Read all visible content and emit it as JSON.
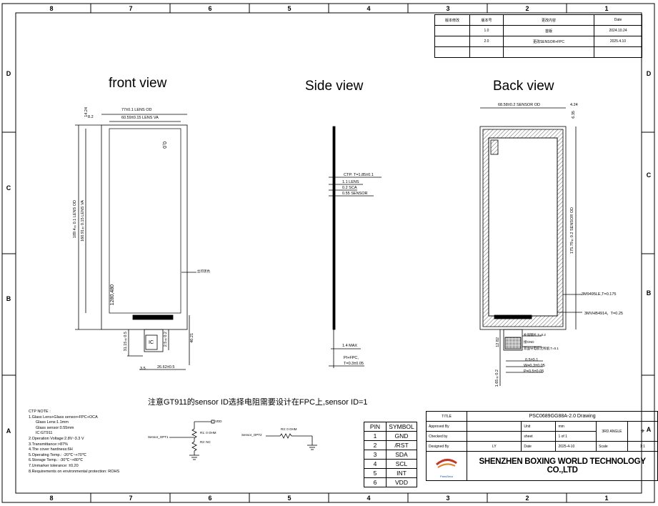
{
  "zones": {
    "columns": [
      "8",
      "7",
      "6",
      "5",
      "4",
      "3",
      "2",
      "1"
    ],
    "rows": [
      "D",
      "C",
      "B",
      "A"
    ]
  },
  "revision_table": {
    "rows": [
      [
        "版本修改",
        "版本号",
        "更改内容",
        "Date"
      ],
      [
        "",
        "1.0",
        "首版",
        "2024.10.24"
      ],
      [
        "",
        "2.0",
        "更改SENSOR+FPC",
        "2025.4.10"
      ]
    ]
  },
  "views": {
    "front": "front view",
    "side": "Side view",
    "back": "Back view"
  },
  "front_dims": {
    "lens_od": "77±0.1 LENS OD",
    "lens_va": "60.59±0.15 LENS VA",
    "top_offset": "14.24",
    "top_offset2": "8.2",
    "height_od": "189.4±0.1 LENS OD",
    "height_va": "160.91±0.15 LENS VA",
    "origin": "0,0",
    "resolution": "1280,480",
    "label_right": "丝印黑色",
    "ic": "IC",
    "fpc_left": "31.15±0.5",
    "fpc_w": "2.5±0.2",
    "fpc_len": "40.21",
    "bottom_off": "3.5",
    "bottom_w": "26.62±0.5"
  },
  "side_dims": {
    "ctp": "CTP: T=1.85±0.1",
    "lens": "1.1 LENS",
    "sca": "0.2 SCA",
    "sensor": "0.55 SENSOR",
    "max": "1.4 MAX",
    "fpc1": "PI+FPC,",
    "fpc2": "T=0.3±0.05"
  },
  "back_dims": {
    "sensor_od": "68.58±0.2 SENSOR OD",
    "right_off": "4.24",
    "right_off2": "6.35",
    "height_od": "175.79±0.2 SENSOR OD",
    "tape1": "3M9495LE,T=0.175",
    "tape2": "3MVHB4914，T=0.25",
    "note1": "补强钢片,T=0.2",
    "note2": "接GND",
    "note3": "双面导电胶无残留,T=0.1",
    "d1": "0.5±0.1",
    "d2": "W=0.3±0.05",
    "d3": "P=0.5±0.05",
    "d4": "12.82",
    "d5": "1.65±0.2"
  },
  "sensor_note": "注意GT911的sensor ID选择电阻需要设计在FPC上,sensor ID=1",
  "notes": [
    "CTP NOTE :",
    "1.Glass Lens+Glass sensor+FPC+OCA",
    "    Glass Lens:1.1mm",
    "    Glass sensor:0.55mm",
    "    IC:GT911",
    "2.Operation Voltage:2.8V~3.3 V",
    "3.Transmittance:>87%",
    "4.The cover hardness:6H",
    "5.Operating Temp.: -20℃~+70℃",
    "6.Storage Temp.: -30℃~+80℃",
    "7.Unmarker tolerance: ±0.20",
    "8.Requirements on environmental protection: ROHS"
  ],
  "circuit": {
    "vdd": "VDD",
    "sensor1": "Sensor_OPT1",
    "r1": "R1: 0 OHM",
    "r2": "R2: NC",
    "sensor2": "Sensor_OPT2",
    "r3": "R3: 0 OHM"
  },
  "pin_table": {
    "header": [
      "PIN",
      "SYMBOL"
    ],
    "rows": [
      [
        "1",
        "GND"
      ],
      [
        "2",
        "/RST"
      ],
      [
        "3",
        "SDA"
      ],
      [
        "4",
        "SCL"
      ],
      [
        "5",
        "INT"
      ],
      [
        "6",
        "VDD"
      ]
    ]
  },
  "title_block": {
    "title_label": "TITLE",
    "title": "PSC0689GG88A-2.0 Drawing",
    "approved": "Approved By",
    "checked": "Checked by",
    "designed": "Designed By",
    "designer": "LY",
    "unit_label": "Unit",
    "unit": "mm",
    "sheet_label": "sheet",
    "sheet": "1 of 1",
    "date_label": "Date",
    "date": "2025-4-10",
    "angle": "3RD ANGLE",
    "scale_label": "Scale",
    "scale": "1:1",
    "company": "SHENZHEN BOXING WORLD TECHNOLOGY CO.,LTD",
    "logo_text": "PansSeco"
  }
}
